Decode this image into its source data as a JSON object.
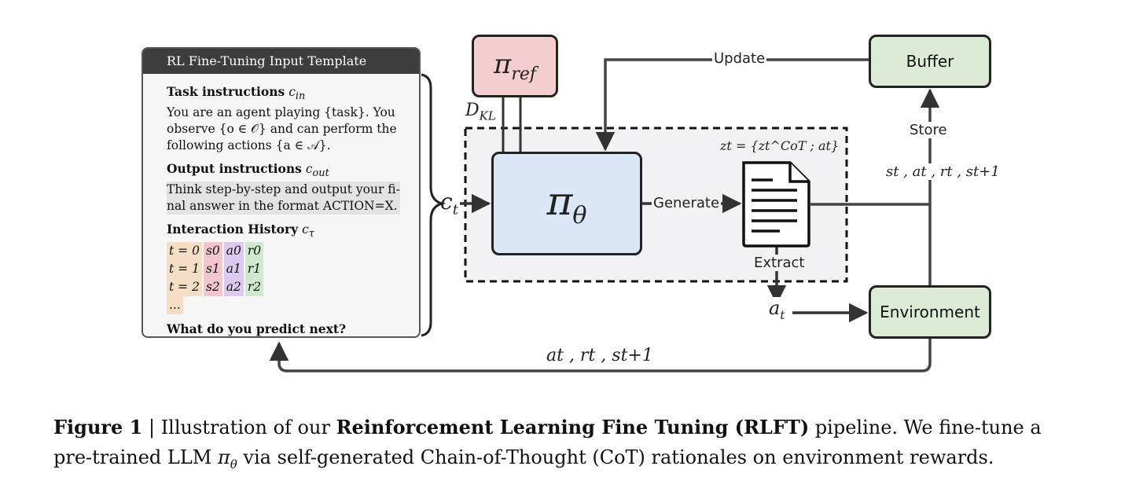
{
  "template": {
    "header": "RL Fine-Tuning Input Template",
    "task_title": "Task instructions",
    "task_sym": "c",
    "task_sub": "in",
    "task_line1": "You are an agent playing {task}. You",
    "task_line2": "observe {o ∈ 𝒪} and can perform the",
    "task_line3": "following actions {a ∈ 𝒜}.",
    "output_title": "Output instructions",
    "output_sym": "c",
    "output_sub": "out",
    "output_line1": "Think step-by-step and output your fi-",
    "output_line2": "nal answer in the format ACTION=X.",
    "history_title": "Interaction History",
    "history_sym": "c",
    "history_sub": "τ",
    "history_rows": [
      {
        "t": "t = 0",
        "s": "s0",
        "a": "a0",
        "r": "r0"
      },
      {
        "t": "t = 1",
        "s": "s1",
        "a": "a1",
        "r": "r1"
      },
      {
        "t": "t = 2",
        "s": "s2",
        "a": "a2",
        "r": "r2"
      }
    ],
    "ellipsis": "...",
    "question": "What do you predict next?"
  },
  "nodes": {
    "pi_ref": "π",
    "pi_ref_sub": "ref",
    "policy": "π",
    "policy_sub": "θ",
    "buffer": "Buffer",
    "environment": "Environment"
  },
  "labels": {
    "update": "Update",
    "store": "Store",
    "generate": "Generate",
    "extract": "Extract",
    "dkl": "D",
    "dkl_sub": "KL",
    "ct": "c",
    "ct_sub": "t",
    "zt": "zt = {zt^CoT ; at}",
    "at": "a",
    "at_sub": "t",
    "store_tuple": "st , at , rt , st+1",
    "feedback_tuple": "at , rt , st+1"
  },
  "caption": {
    "fig": "Figure 1",
    "sep": " | Illustration of our ",
    "bold": "Reinforcement Learning Fine Tuning (RLFT)",
    "rest1": " pipeline. We fine-tune a",
    "rest2_a": "pre-trained LLM ",
    "rest2_sym": "π",
    "rest2_sub": "θ",
    "rest2_b": " via self-generated Chain-of-Thought (CoT) rationales on environment rewards."
  },
  "colors": {
    "pi_ref_fill": "#f5cfcf",
    "policy_fill": "#dbe7f7",
    "buffer_fill": "#dcebd6",
    "env_fill": "#dcebd6",
    "dashed_fill": "#f2f2f4"
  }
}
